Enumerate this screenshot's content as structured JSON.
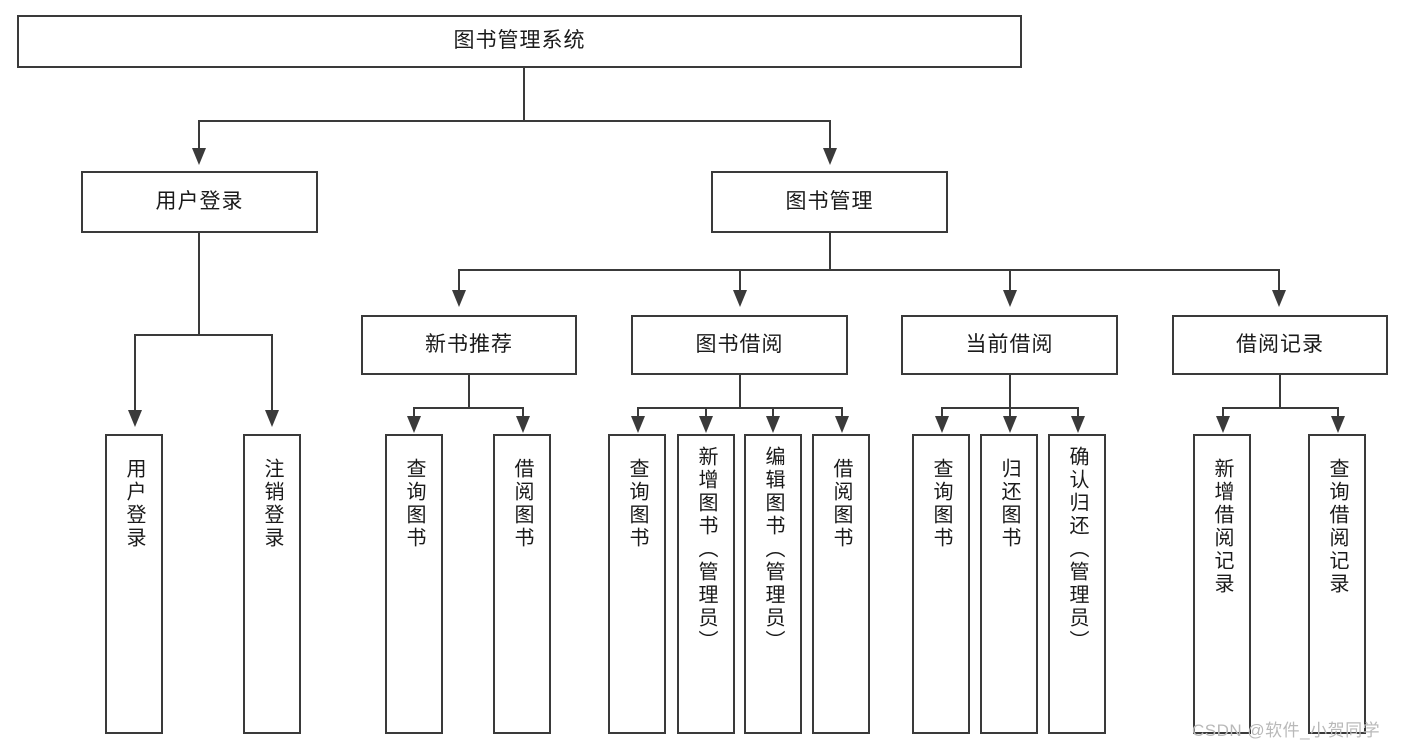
{
  "diagram": {
    "type": "tree-hierarchy",
    "title": "图书管理系统",
    "root": {
      "id": "root",
      "label": "图书管理系统"
    },
    "level2": [
      {
        "id": "user-login",
        "label": "用户登录"
      },
      {
        "id": "book-management",
        "label": "图书管理"
      }
    ],
    "level3": [
      {
        "id": "new-book-recommend",
        "label": "新书推荐",
        "parent": "book-management"
      },
      {
        "id": "book-borrow",
        "label": "图书借阅",
        "parent": "book-management"
      },
      {
        "id": "current-borrow",
        "label": "当前借阅",
        "parent": "book-management"
      },
      {
        "id": "borrow-record",
        "label": "借阅记录",
        "parent": "book-management"
      }
    ],
    "leaves": {
      "user_login": [
        {
          "id": "leaf-user-login",
          "label": "用户登录"
        },
        {
          "id": "leaf-user-logout",
          "label": "注销登录"
        }
      ],
      "new_book_recommend": [
        {
          "id": "leaf-query-book-1",
          "label": "查询图书"
        },
        {
          "id": "leaf-borrow-book-1",
          "label": "借阅图书"
        }
      ],
      "book_borrow": [
        {
          "id": "leaf-query-book-2",
          "label": "查询图书"
        },
        {
          "id": "leaf-add-book",
          "label": "新增图书（管理员）"
        },
        {
          "id": "leaf-edit-book",
          "label": "编辑图书（管理员）"
        },
        {
          "id": "leaf-borrow-book-2",
          "label": "借阅图书"
        }
      ],
      "current_borrow": [
        {
          "id": "leaf-query-book-3",
          "label": "查询图书"
        },
        {
          "id": "leaf-return-book",
          "label": "归还图书"
        },
        {
          "id": "leaf-confirm-return",
          "label": "确认归还（管理员）"
        }
      ],
      "borrow_record": [
        {
          "id": "leaf-add-record",
          "label": "新增借阅记录"
        },
        {
          "id": "leaf-query-record",
          "label": "查询借阅记录"
        }
      ]
    }
  },
  "watermark": {
    "text": "CSDN @软件_小贺同学"
  },
  "colors": {
    "border": "#3a3a3a",
    "text": "#1a1a1a",
    "background": "#ffffff",
    "watermark": "#b9b9b9"
  }
}
